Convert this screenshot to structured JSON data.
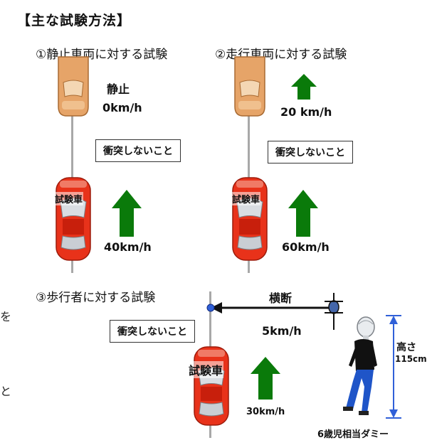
{
  "title": "【主な試験方法】",
  "sections": {
    "s1": {
      "heading": "①静止車両に対する試験",
      "target_label": "静止",
      "target_speed": "0km/h",
      "no_collision": "衝突しないこと",
      "test_car": "試験車",
      "test_speed": "40km/h"
    },
    "s2": {
      "heading": "②走行車両に対する試験",
      "target_speed": "20 km/h",
      "no_collision": "衝突しないこと",
      "test_car": "試験車",
      "test_speed": "60km/h"
    },
    "s3": {
      "heading": "③歩行者に対する試験",
      "crossing": "横断",
      "no_collision": "衝突しないこと",
      "pedestrian_speed": "5km/h",
      "test_car": "試験車",
      "test_speed": "30km/h",
      "height_label": "高さ",
      "height_value": "115cm",
      "dummy_label": "6歳児相当ダミー"
    }
  },
  "edge_glyphs": [
    "を",
    "と"
  ],
  "colors": {
    "arrow_green": "#0a7a0a",
    "test_car_red": "#e8321a",
    "target_car_tan": "#e6a468",
    "crossing_arrow": "#111111",
    "height_blue": "#3060d8",
    "dummy_blue": "#1f55c8"
  }
}
